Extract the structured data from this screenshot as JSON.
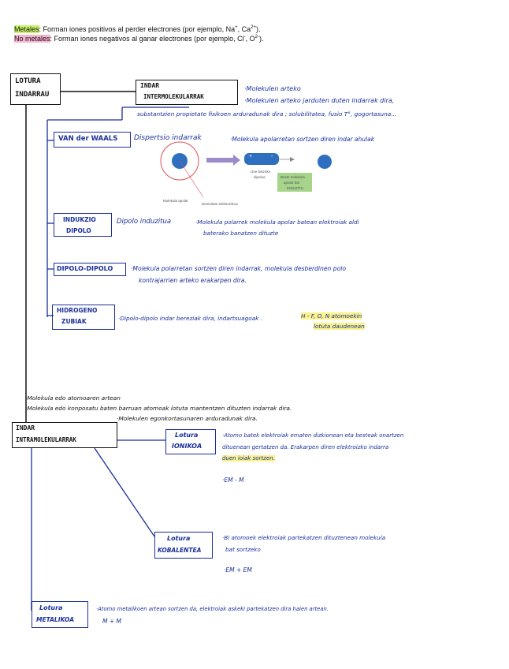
{
  "legend": {
    "metales_term": "Metales",
    "metales_text": ": Forman iones positivos al perder electrones (por ejemplo, Na",
    "metales_sup1": "+",
    "metales_mid": ", Ca",
    "metales_sup2": "2+",
    "metales_end": ").",
    "nometales_term": "No metales",
    "nometales_text": ": Forman iones negativos al ganar electrones (por ejemplo, Cl",
    "nometales_sup1": "-",
    "nometales_mid": ", O",
    "nometales_sup2": "2-",
    "nometales_end": ")."
  },
  "root": {
    "line1": "LOTURA",
    "line2": "INDARRAU"
  },
  "intermolecular": {
    "title_line1": "INDAR",
    "title_line2": "INTERMOLEKULARRAK",
    "note1": "·Molekulen arteko",
    "note2": "·Molekulen arteko jarduten duten indarrak dira,",
    "note3": "substantzien propietate fisikoen arduradunak dira ; solubilitatea, fusio T°, gogortasuna..."
  },
  "vdw": {
    "label": "VAN der WAALS",
    "heading": "Dispertsio indarrak",
    "text": "·Molekula apolarretan sortzen diren indar ahulak",
    "diagram": {
      "left_caption": "Molekula apolar",
      "bottom_caption": "Dentsitate elektronikoa",
      "dipole_caption_1": "Une batzuko",
      "dipole_caption_2": "dipoloa",
      "box_line1": "Beste molekula",
      "box_line2": "apolar bat",
      "box_line3": "INDUZITU",
      "plus": "+",
      "minus": "-"
    }
  },
  "induced": {
    "label_line1": "INDUKZIO",
    "label_line2": "DIPOLO",
    "heading": "Dipolo induzitua",
    "text_line1": "·Molekula polarrek molekula apolar batean elektroiak aldi",
    "text_line2": "baterako banatzen dituzte"
  },
  "dipole": {
    "label": "DIPOLO-DIPOLO",
    "text_line1": "·Molekula polarretan sortzen diren indarrak, molekula desberdinen polo",
    "text_line2": "kontrajarrien arteko erakarpen dira."
  },
  "hydrogen": {
    "label_line1": "HIDROGENO",
    "label_line2": "ZUBIAK",
    "text": "·Dipolo-dipolo indar bereziak dira, indartsuagoak .",
    "highlight_line1": "H - F, O, N atomoekin",
    "highlight_line2": "lotuta daudenean"
  },
  "intra_notes": {
    "line1": "·Molekula edo atomoaren artean",
    "line2": "·Molekula edo konposatu baten barruan atomoak lotuta mantentzen dituzten indarrak dira.",
    "line3": "·Molekulen egonkortasunaren arduradunak dira."
  },
  "intramolecular": {
    "title_line1": "INDAR",
    "title_line2": "INTRAMOLEKULARRAK"
  },
  "ionic": {
    "label_line1": "Lotura",
    "label_line2": "IONIKOA",
    "text_line1": "·Atomo batek elektroiak ematen dizkionean eta besteak onartzen",
    "text_line2": "dituenean gertatzen da. Erakarpen diren elektroizko indarra",
    "text_line3": "duen ioiak sortzen.",
    "formula": "·EM - M"
  },
  "covalent": {
    "label_line1": "Lotura",
    "label_line2": "KOBALENTEA",
    "text_line1": "·Bi atomoek elektroiak partekatzen dituztenean molekula",
    "text_line2": "bat sortzeko",
    "formula": "·EM + EM"
  },
  "metallic": {
    "label_line1": "Lotura",
    "label_line2": "METALIKOA",
    "text": "·Atomo metalikoen artean sortzen da, elektroiak askeki partekatzen dira haien artean.",
    "formula": "M + M"
  }
}
